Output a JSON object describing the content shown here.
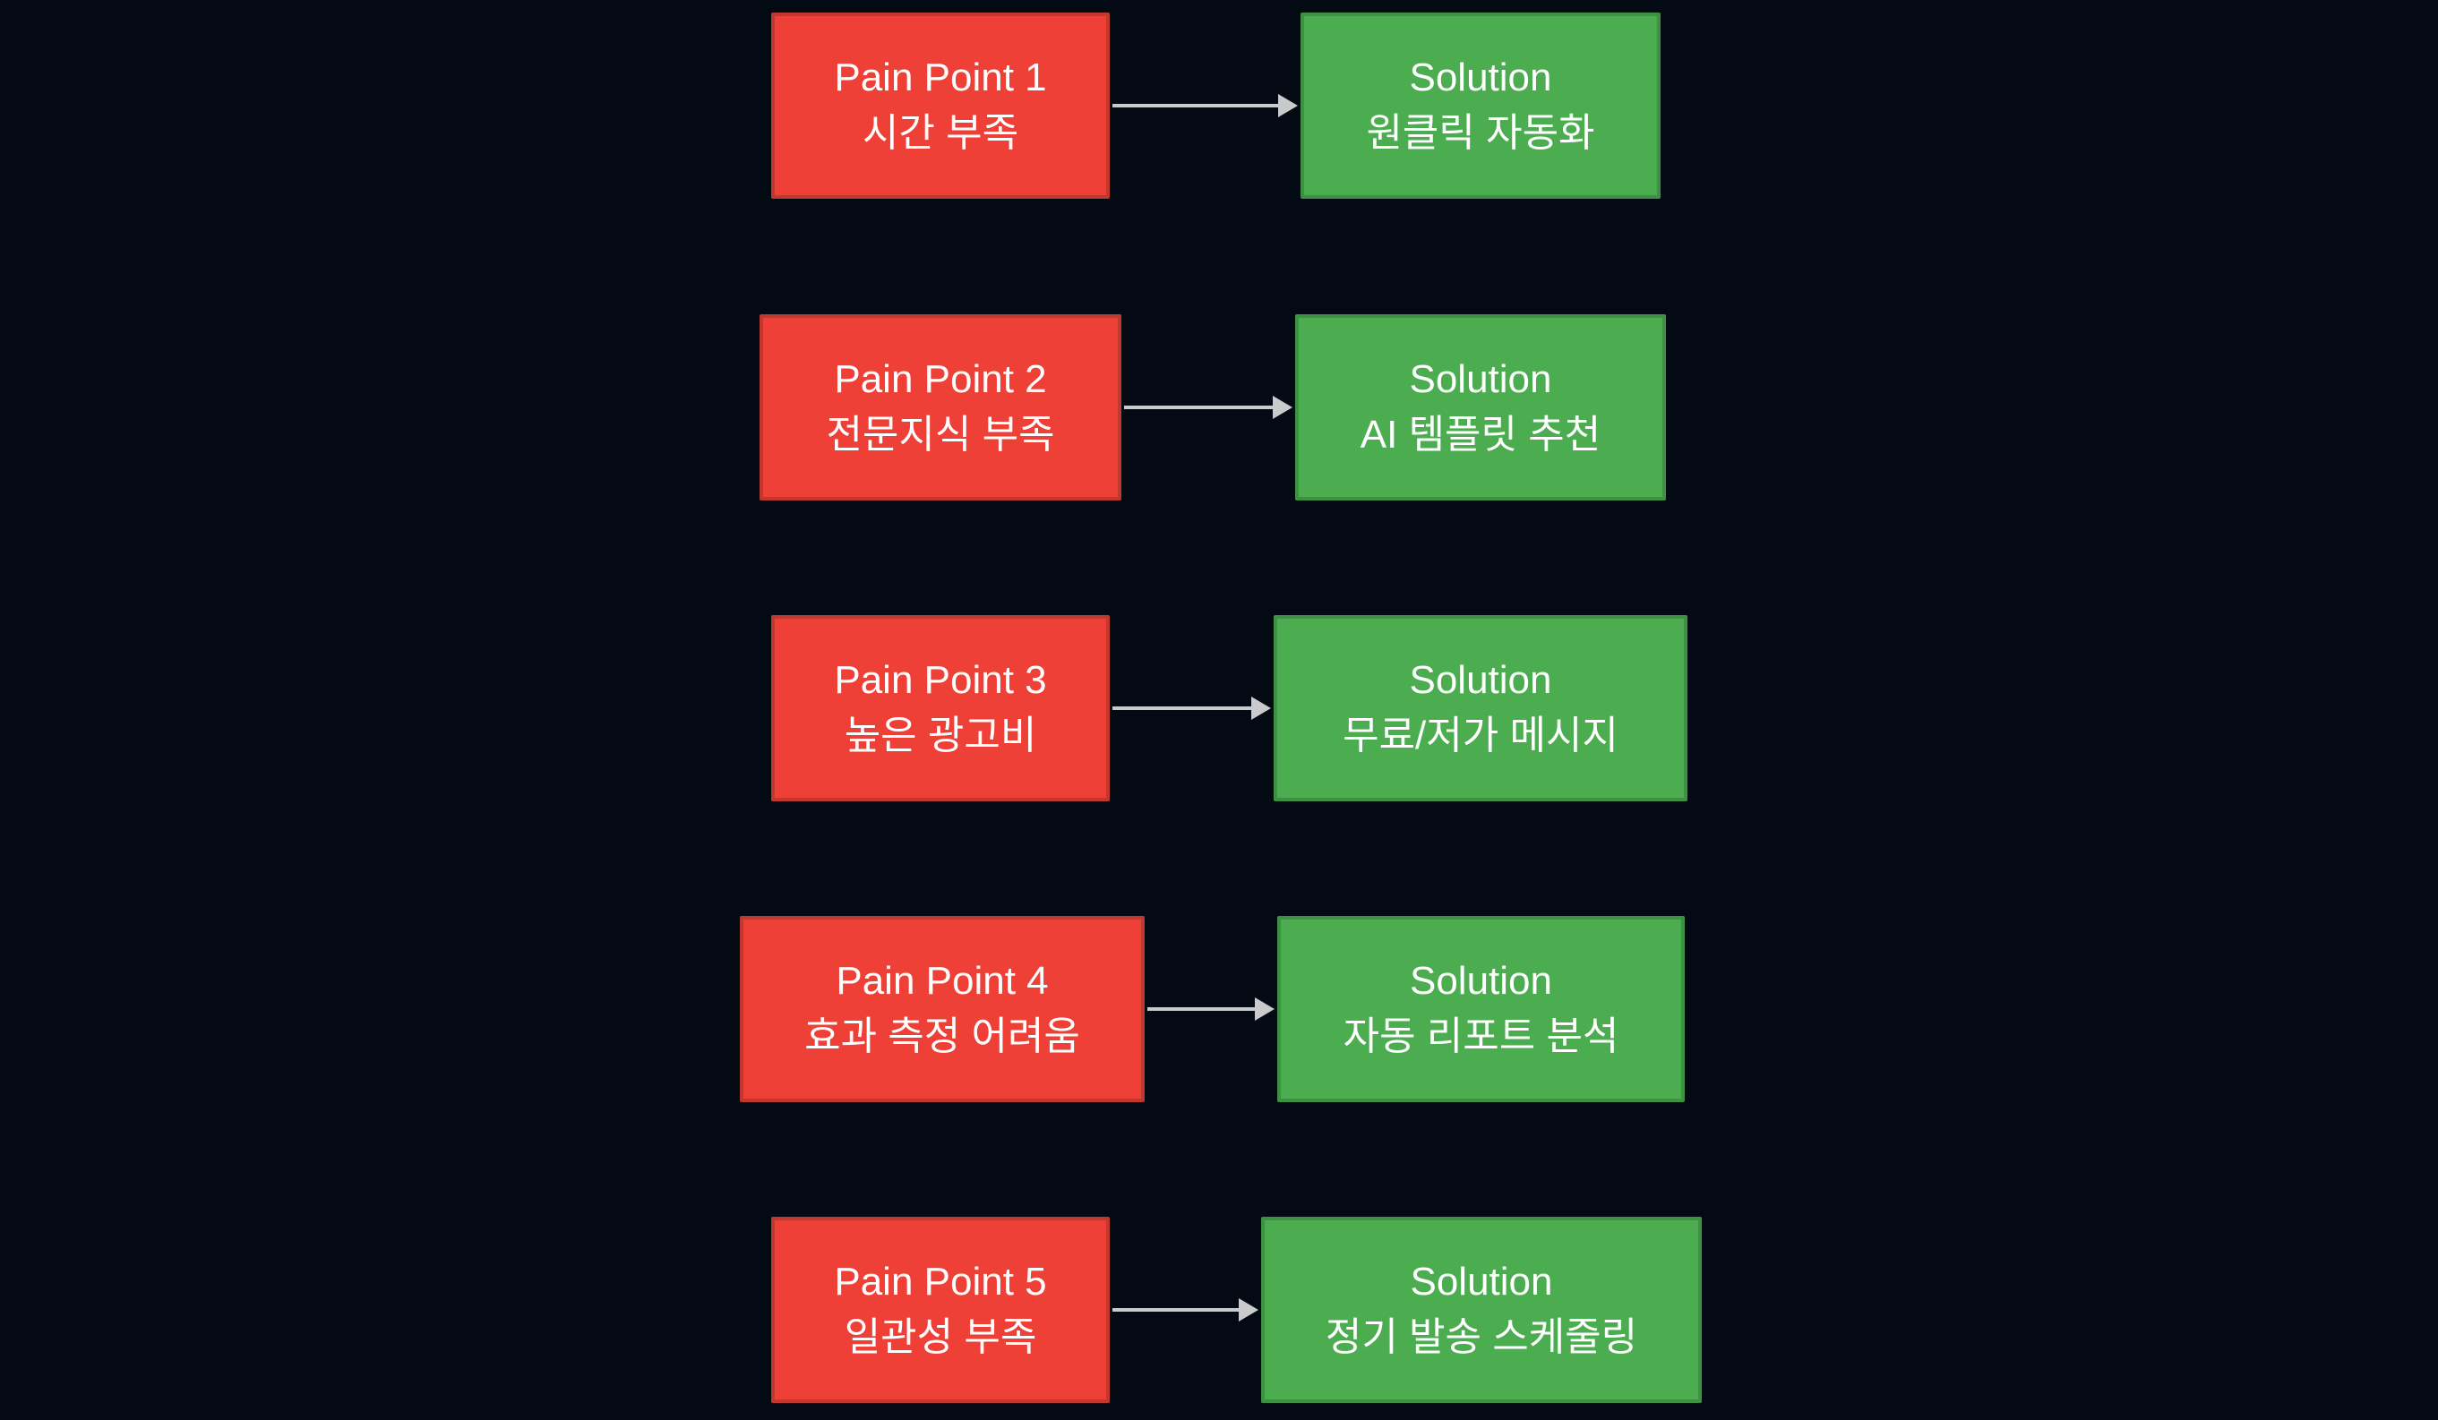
{
  "diagram": {
    "background_color": "#040a14",
    "pain_fill_color": "#ee4036",
    "pain_border_color": "#c0392f",
    "solution_fill_color": "#4bad50",
    "solution_border_color": "#3d9142",
    "arrow_color": "#c9cacc",
    "text_color": "#ffffff",
    "rows": [
      {
        "pain_title": "Pain Point 1",
        "pain_text": "시간 부족",
        "solution_title": "Solution",
        "solution_text": "원클릭 자동화"
      },
      {
        "pain_title": "Pain Point 2",
        "pain_text": "전문지식 부족",
        "solution_title": "Solution",
        "solution_text": "AI 템플릿 추천"
      },
      {
        "pain_title": "Pain Point 3",
        "pain_text": "높은 광고비",
        "solution_title": "Solution",
        "solution_text": "무료/저가 메시지"
      },
      {
        "pain_title": "Pain Point 4",
        "pain_text": "효과 측정 어려움",
        "solution_title": "Solution",
        "solution_text": "자동 리포트 분석"
      },
      {
        "pain_title": "Pain Point 5",
        "pain_text": "일관성 부족",
        "solution_title": "Solution",
        "solution_text": "정기 발송 스케줄링"
      }
    ]
  }
}
